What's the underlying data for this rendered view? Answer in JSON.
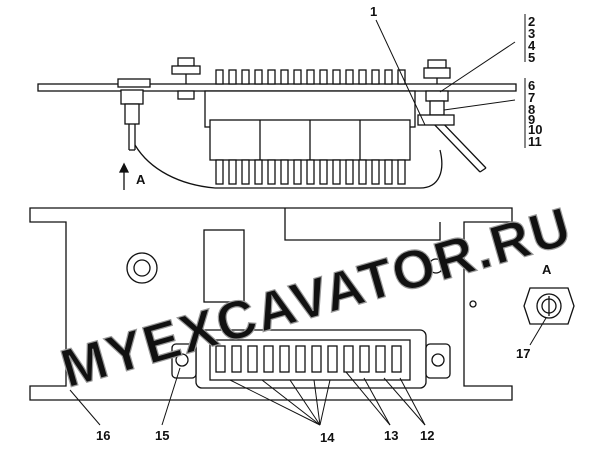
{
  "diagram": {
    "view_label_top": "A",
    "view_label_side": "A",
    "callouts": [
      "1",
      "2",
      "3",
      "4",
      "5",
      "6",
      "7",
      "8",
      "9",
      "10",
      "11",
      "12",
      "13",
      "14",
      "15",
      "16",
      "17"
    ],
    "watermark": "MYEXCAVATOR.RU",
    "colors": {
      "line": "#111111",
      "paper": "#ffffff",
      "watermark": "#9a9a9a"
    }
  }
}
